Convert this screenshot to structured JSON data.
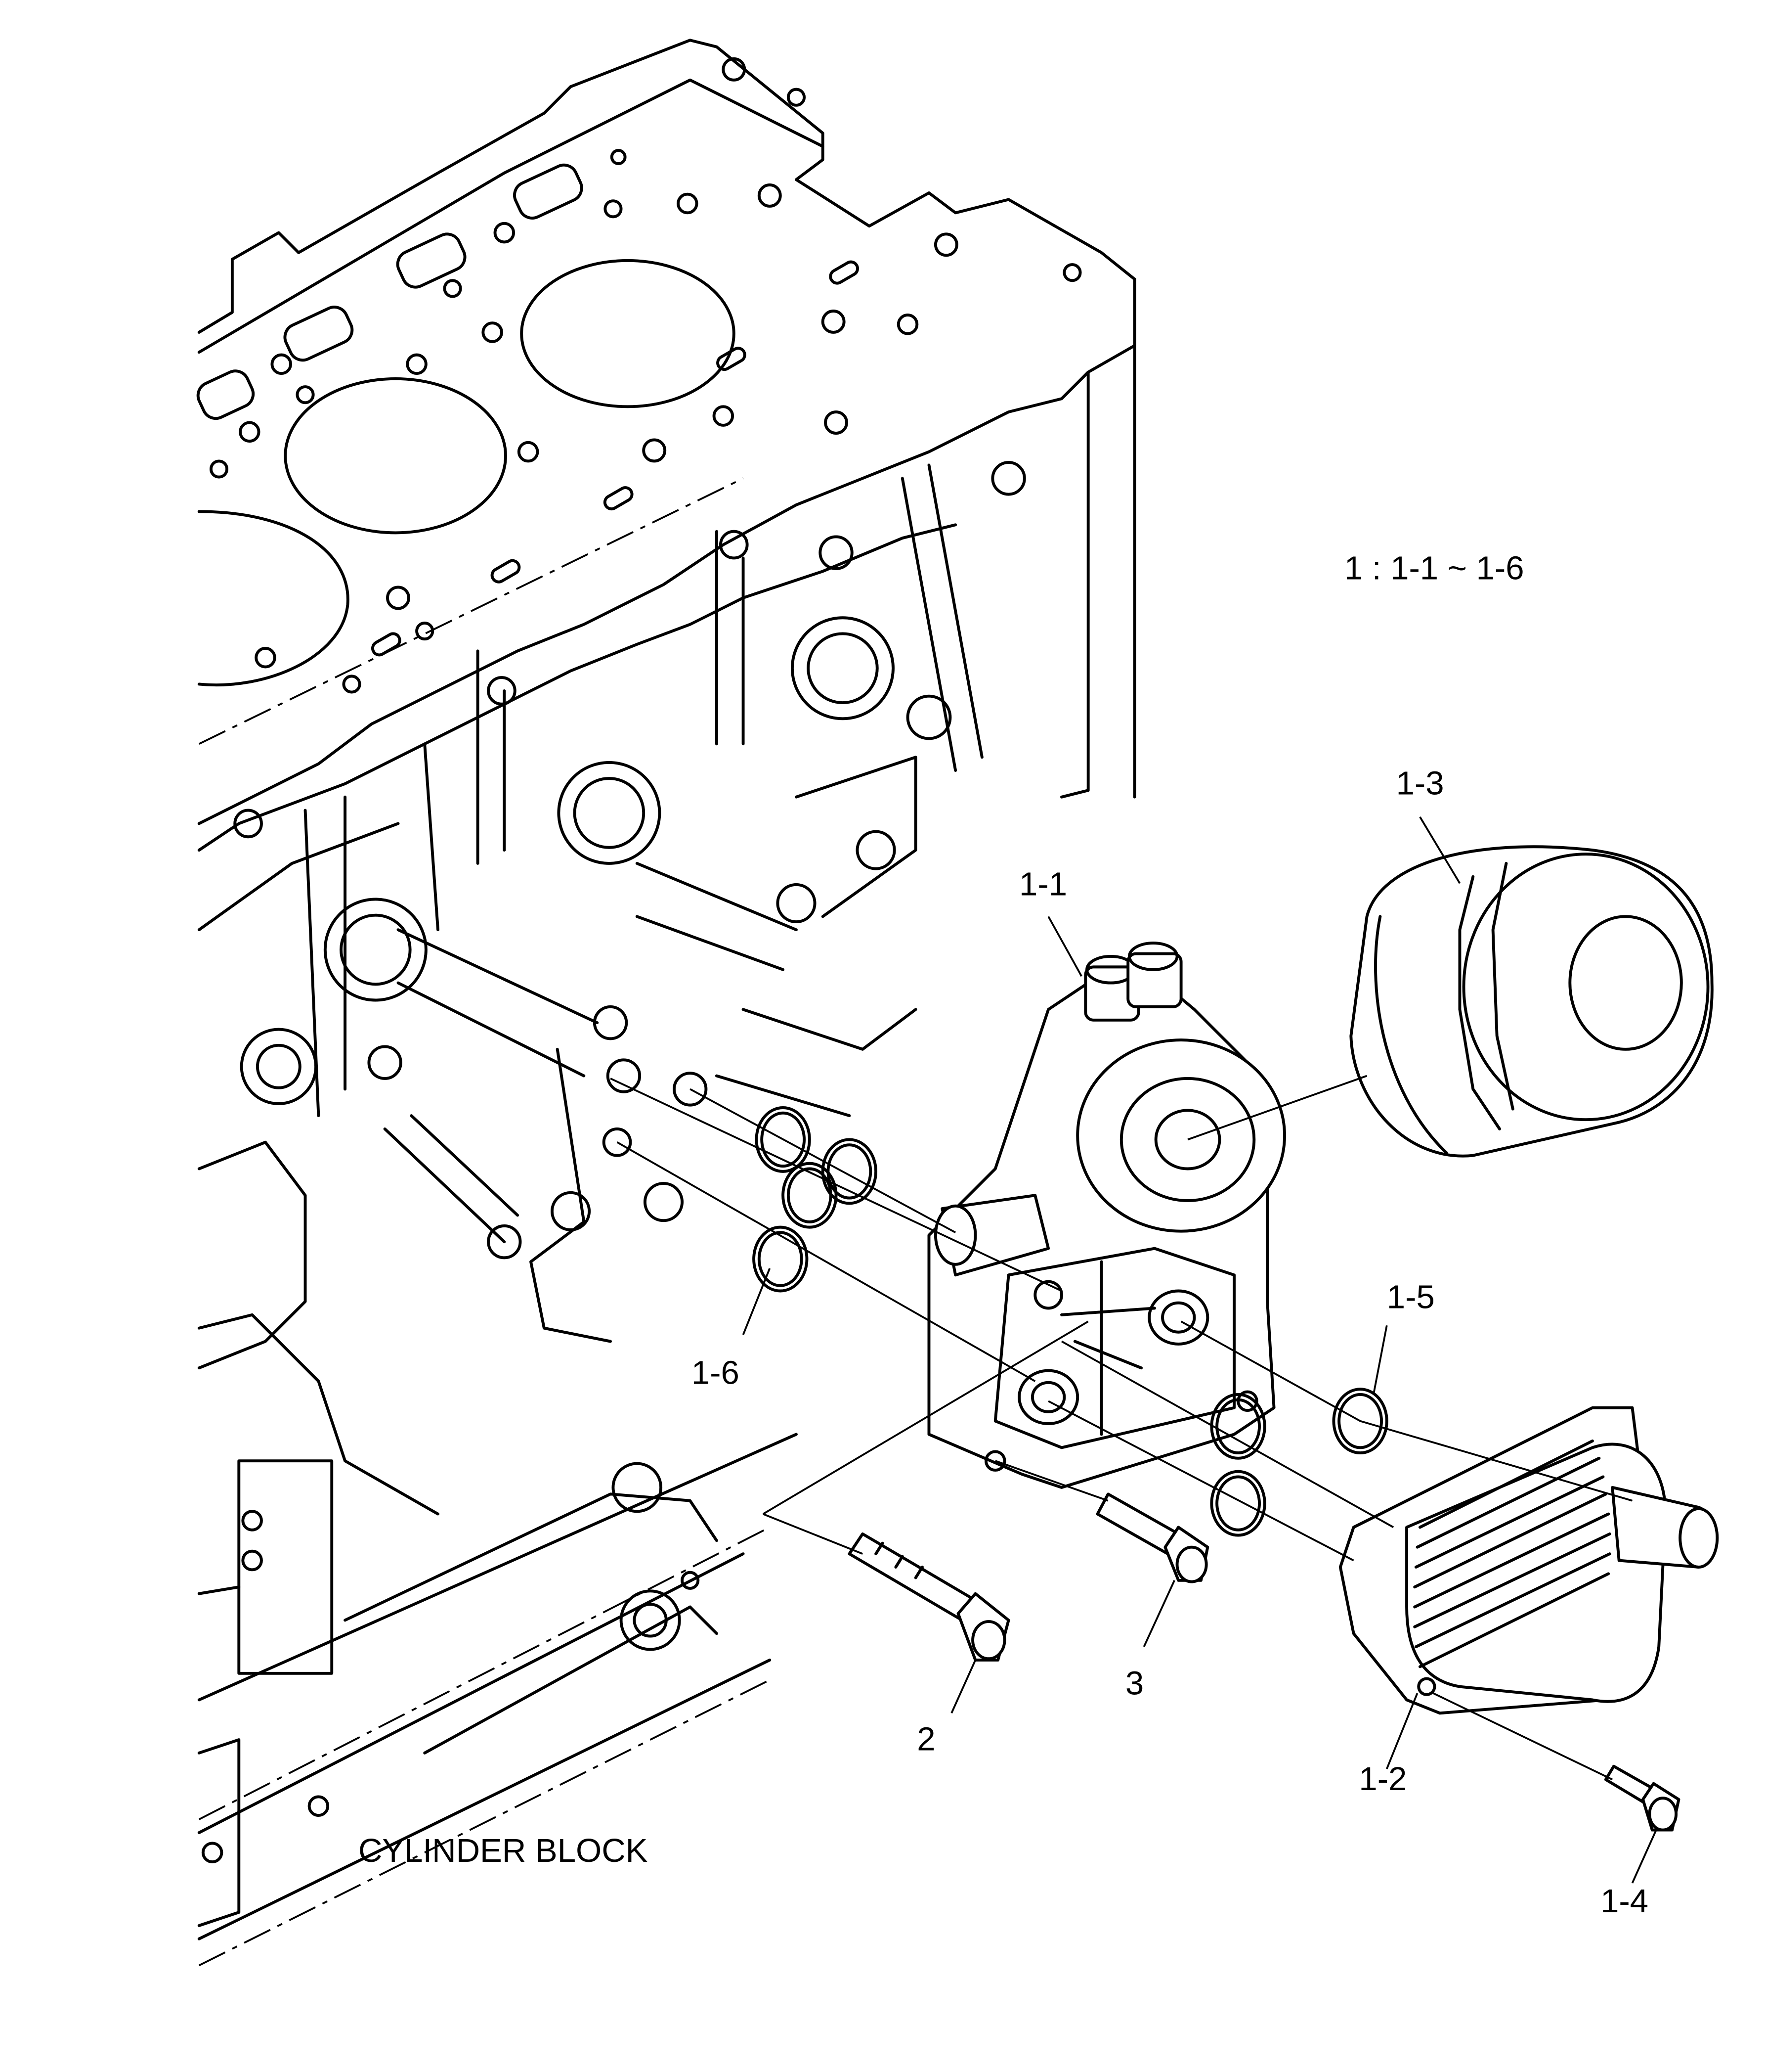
{
  "diagram": {
    "type": "exploded-parts-diagram",
    "subject": "Oil filter / oil cooler assembly on cylinder block",
    "note": "1  : 1-1 ~ 1-6",
    "block_label": "CYLINDER BLOCK",
    "callouts": [
      {
        "id": "1-1",
        "label": "1-1",
        "part": "oil filter housing"
      },
      {
        "id": "1-2",
        "label": "1-2",
        "part": "oil cooler"
      },
      {
        "id": "1-3",
        "label": "1-3",
        "part": "oil filter cartridge"
      },
      {
        "id": "1-4",
        "label": "1-4",
        "part": "cooler bolt"
      },
      {
        "id": "1-5",
        "label": "1-5",
        "part": "o-ring (cooler)"
      },
      {
        "id": "1-6",
        "label": "1-6",
        "part": "o-ring (block)"
      },
      {
        "id": "2",
        "label": "2",
        "part": "long flange bolt"
      },
      {
        "id": "3",
        "label": "3",
        "part": "short flange bolt"
      }
    ]
  }
}
